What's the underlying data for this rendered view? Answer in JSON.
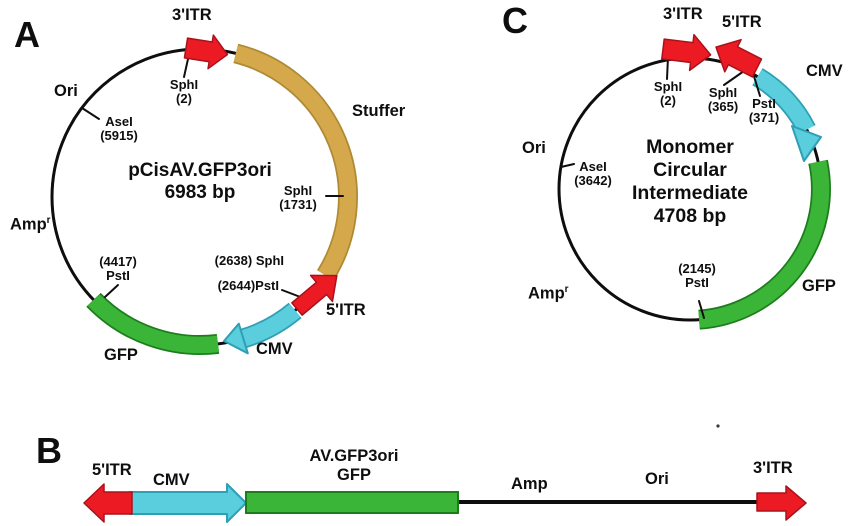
{
  "colors": {
    "red": "#EC1B23",
    "redDark": "#A9121B",
    "cyan": "#5BCEDD",
    "cyanDark": "#2E9FB5",
    "green": "#3BB537",
    "greenDark": "#1D7D1D",
    "tan": "#D5A94B",
    "tanDark": "#AE8A35",
    "ink": "#0E0E0E"
  },
  "panelA": {
    "letter": "A",
    "plasmid_name": "pCisAV.GFP3ori",
    "plasmid_size": "6983 bp",
    "itr3_label": "3'ITR",
    "itr5_label": "5'ITR",
    "stuffer_label": "Stuffer",
    "cmv_label": "CMV",
    "gfp_label": "GFP",
    "amp_label": "Amp",
    "amp_sup": "r",
    "ori_label": "Ori",
    "site_sph2": {
      "line1": "SphI",
      "line2": "(2)"
    },
    "site_ase5915": {
      "line1": "AseI",
      "line2": "(5915)"
    },
    "site_sph1731": {
      "line1": "SphI",
      "line2": "(1731)"
    },
    "site_sph2638": "(2638) SphI",
    "site_pst2644": "(2644)PstI",
    "site_pst4417": {
      "line1": "(4417)",
      "line2": "PstI"
    }
  },
  "panelB": {
    "letter": "B",
    "itr5_label": "5'ITR",
    "cmv_label": "CMV",
    "construct_name": "AV.GFP3ori",
    "gfp_label": "GFP",
    "amp_label": "Amp",
    "ori_label": "Ori",
    "itr3_label": "3'ITR"
  },
  "panelC": {
    "letter": "C",
    "name_line1": "Monomer",
    "name_line2": "Circular",
    "name_line3": "Intermediate",
    "plasmid_size": "4708 bp",
    "itr3_label": "3'ITR",
    "itr5_label": "5'ITR",
    "cmv_label": "CMV",
    "gfp_label": "GFP",
    "amp_label": "Amp",
    "amp_sup": "r",
    "ori_label": "Ori",
    "site_sph2": {
      "line1": "SphI",
      "line2": "(2)"
    },
    "site_sph365": {
      "line1": "SphI",
      "line2": "(365)"
    },
    "site_pst371": {
      "line1": "PstI",
      "line2": "(371)"
    },
    "site_ase3642": {
      "line1": "AseI",
      "line2": "(3642)"
    },
    "site_pst2145": {
      "line1": "(2145)",
      "line2": "PstI"
    }
  }
}
